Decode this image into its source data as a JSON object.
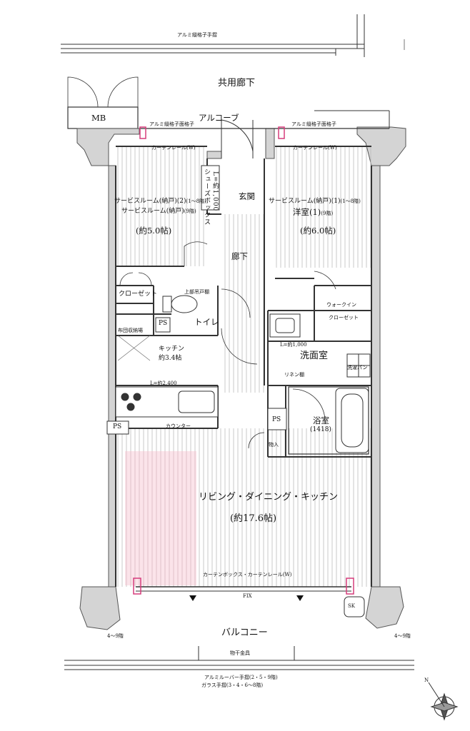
{
  "labels": {
    "railing_top": "アルミ縦格子手摺",
    "corridor": "共用廊下",
    "mb": "MB",
    "alcove": "アルコーブ",
    "lattice_left": "アルミ縦格子面格子",
    "lattice_right": "アルミ縦格子面格子",
    "curtain_left": "カーテンレール(W)",
    "curtain_right": "カーテンレール(W)",
    "shoebox": "シューズボックス",
    "shoebox_len": "L=約1,000",
    "entrance": "玄関",
    "room2_line1": "サービスルーム(納戸)(2)",
    "room2_line1_note": "(1〜8階)",
    "room2_line2": "サービスルーム(納戸)",
    "room2_line2_note": "(9階)",
    "room2_size": "(約5.0帖)",
    "room1_line1": "サービスルーム(納戸)(1)",
    "room1_line1_note": "(1〜8階)",
    "room1_line2": "洋室(1)",
    "room1_line2_note": "(9階)",
    "room1_size": "(約6.0帖)",
    "hallway": "廊下",
    "closet": "クローゼット",
    "upper_cabinet": "上部吊戸棚",
    "ps1": "PS",
    "toilet": "トイレ",
    "storage": "布団収納場",
    "walkin_1": "ウォークイン",
    "walkin_2": "クローゼット",
    "wash_len": "L=約1,000",
    "washroom": "洗面室",
    "washpan": "洗濯パン",
    "linen": "リネン棚",
    "kitchen": "キッチン",
    "kitchen_size": "約3.4帖",
    "kitchen_len": "L=約2,400",
    "ps2": "PS",
    "bath": "浴室",
    "bath_size": "(1418)",
    "ps3": "PS",
    "counter": "カウンター",
    "storage2": "物入",
    "ldk": "リビング・ダイニング・キッチン",
    "ldk_size": "(約17.6帖)",
    "curtain_box": "カーテンボックス・カーテンレール(W)",
    "fix": "FIX",
    "sk": "SK",
    "floor_left": "4〜9階",
    "floor_right": "4〜9階",
    "balcony": "バルコニー",
    "hardware": "物干金具",
    "railing_bottom1": "アルミルーバー手摺(2・5・9階)",
    "railing_bottom2": "ガラス手摺(3・4・6〜8階)",
    "north": "N"
  }
}
